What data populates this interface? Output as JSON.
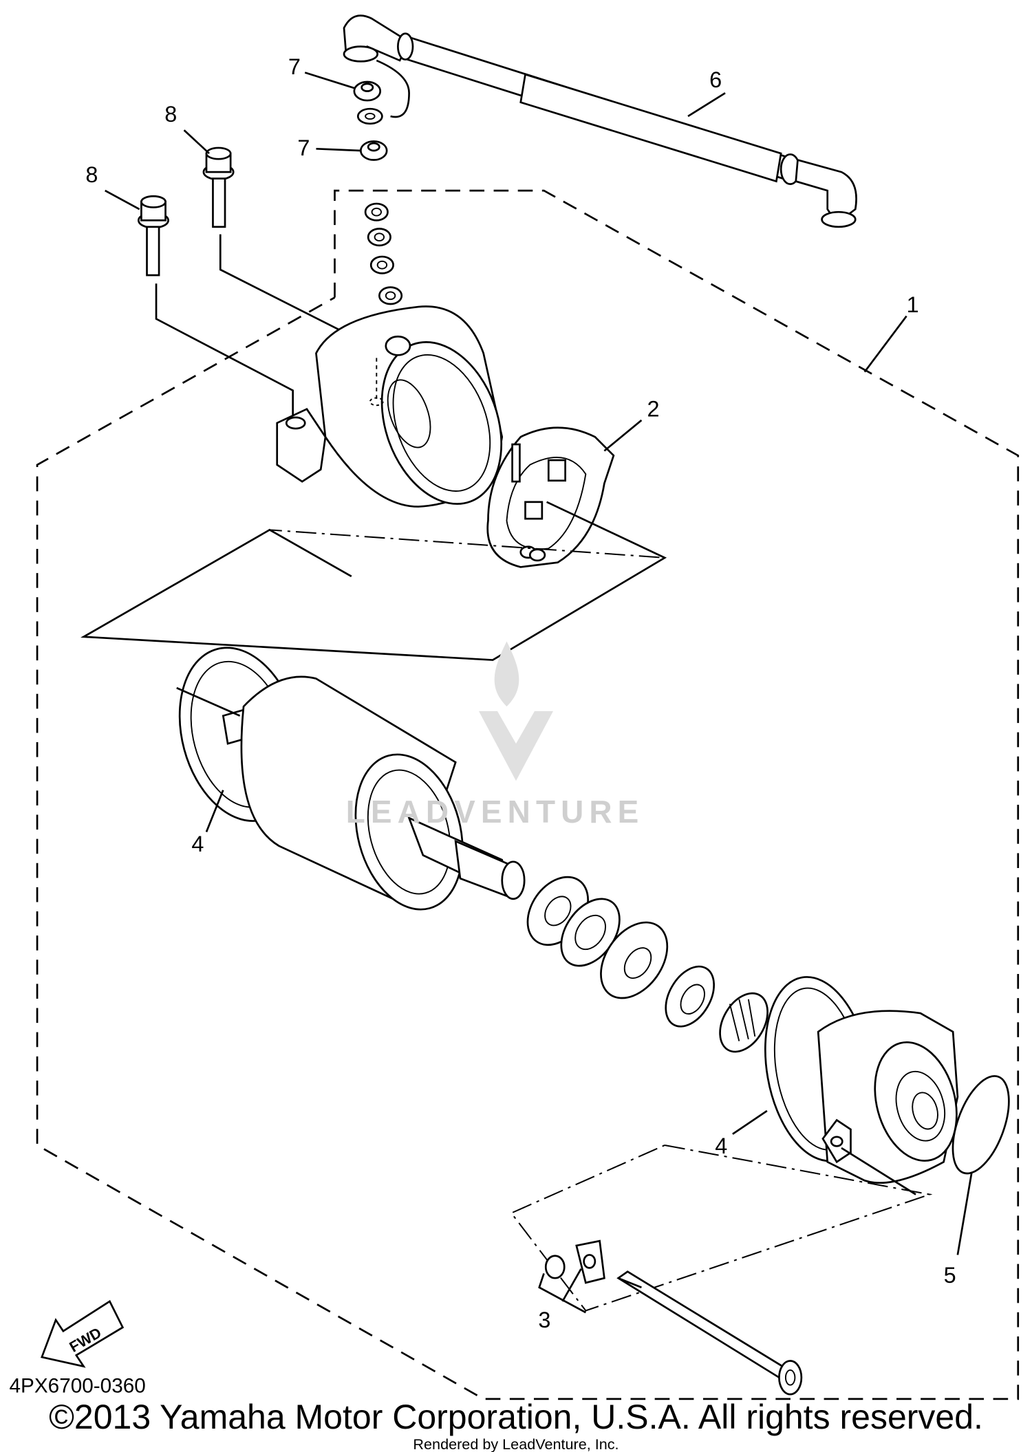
{
  "diagram": {
    "callouts": [
      {
        "id": "6",
        "label": "6"
      },
      {
        "id": "7a",
        "label": "7"
      },
      {
        "id": "8a",
        "label": "8"
      },
      {
        "id": "7b",
        "label": "7"
      },
      {
        "id": "8b",
        "label": "8"
      },
      {
        "id": "1",
        "label": "1"
      },
      {
        "id": "2",
        "label": "2"
      },
      {
        "id": "4a",
        "label": "4"
      },
      {
        "id": "4b",
        "label": "4"
      },
      {
        "id": "5",
        "label": "5"
      },
      {
        "id": "3",
        "label": "3"
      }
    ],
    "fwd_label": "FWD",
    "part_number": "4PX6700-0360",
    "copyright": "©2013 Yamaha Motor Corporation, U.S.A. All rights reserved.",
    "rendered_by": "Rendered by LeadVenture, Inc.",
    "watermark": "LEADVENTURE"
  }
}
